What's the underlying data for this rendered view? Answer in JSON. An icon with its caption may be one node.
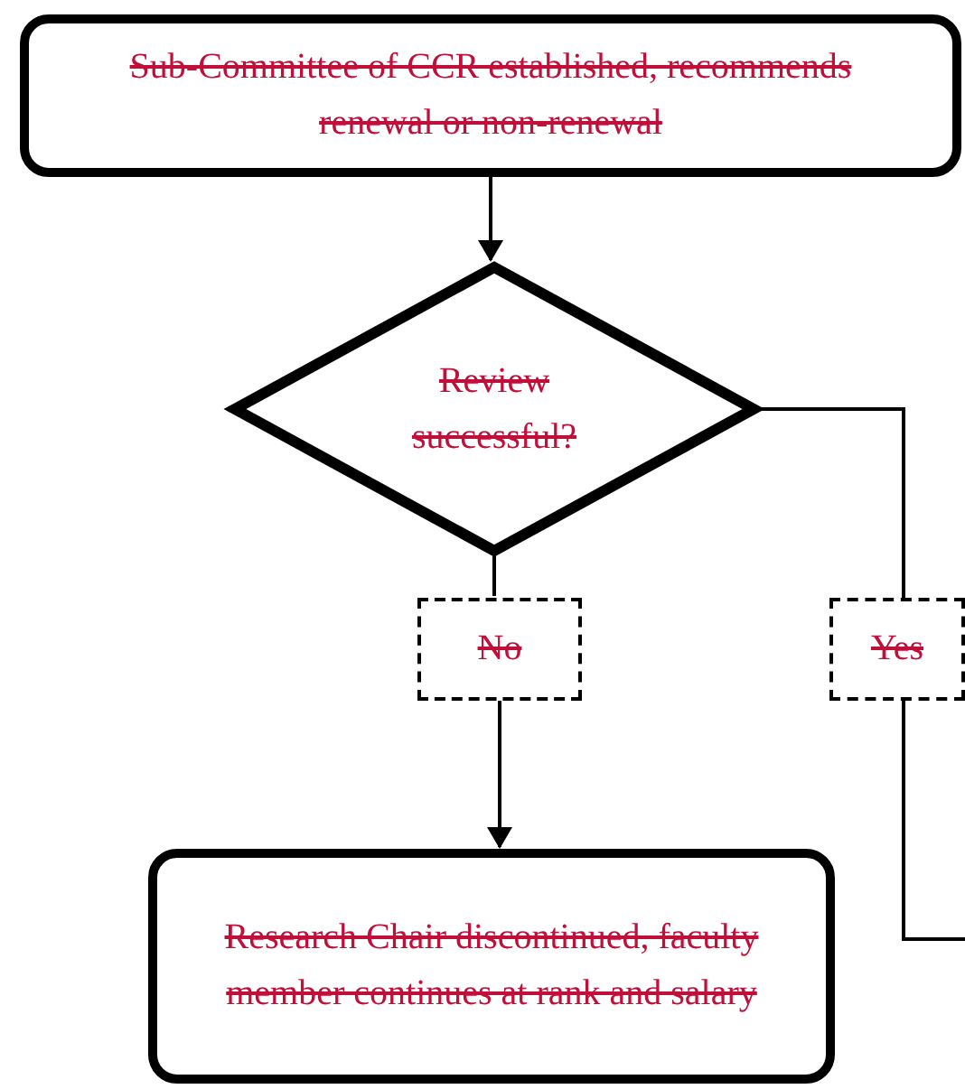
{
  "diagram": {
    "nodes": [
      {
        "text": [
          "Sub-Committee of CCR established, recommends renewal or non-renewal"
        ]
      },
      {
        "text": [
          "Review successful?"
        ]
      },
      {
        "text": [
          "No"
        ]
      },
      {
        "text": [
          "Yes"
        ]
      },
      {
        "text": [
          "Research Chair discontinued, faculty member continues at rank and salary"
        ]
      }
    ],
    "edges": [
      {
        "from": 0,
        "to": 1,
        "arrow": "to"
      },
      {
        "from": 1,
        "to": 2,
        "arrow": "none"
      },
      {
        "from": 2,
        "to": 4,
        "arrow": "to"
      },
      {
        "from": 1,
        "to": 3,
        "arrow": "none"
      },
      {
        "from": 3,
        "to": null,
        "arrow": "none"
      }
    ]
  }
}
